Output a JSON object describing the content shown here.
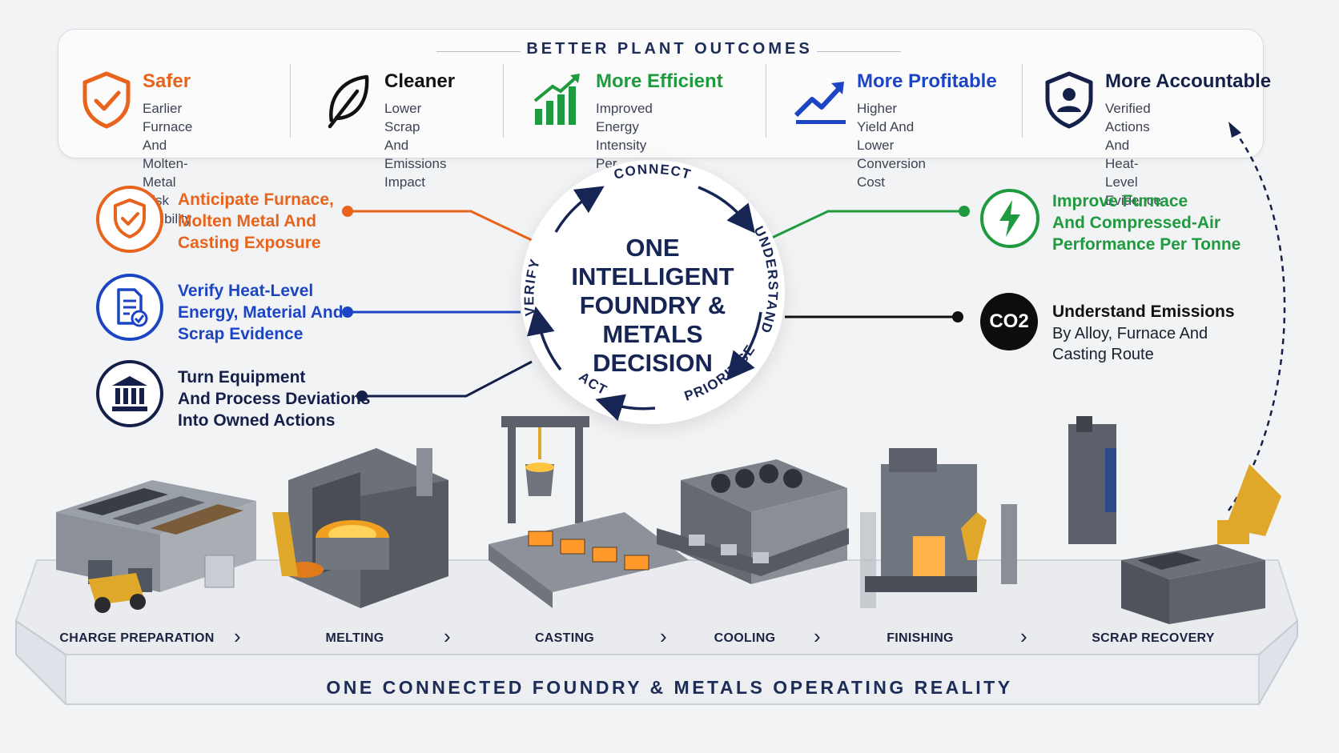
{
  "header": {
    "title": "BETTER PLANT OUTCOMES"
  },
  "outcomes": [
    {
      "title": "Safer",
      "desc": "Earlier Furnace And\nMolten-Metal Risk\nVisibility",
      "icon": "shield-check-icon",
      "color": "#e8631c"
    },
    {
      "title": "Cleaner",
      "desc": "Lower Scrap And\nEmissions Impact",
      "icon": "leaf-icon",
      "color": "#111111"
    },
    {
      "title": "More Efficient",
      "desc": "Improved Energy\nIntensity Per Tonne",
      "icon": "bar-chart-up-icon",
      "color": "#1f9a3e"
    },
    {
      "title": "More Profitable",
      "desc": "Higher Yield And\nLower Conversion Cost",
      "icon": "trend-up-icon",
      "color": "#1c45c4"
    },
    {
      "title": "More Accountable",
      "desc": "Verified Actions And\nHeat-Level Evidence",
      "icon": "shield-user-icon",
      "color": "#15204a"
    }
  ],
  "left_items": [
    {
      "text": "Anticipate Furnace,\nMolten Metal And\nCasting Exposure",
      "icon": "shield-check-icon",
      "color": "#e8631c"
    },
    {
      "text": "Verify Heat-Level\nEnergy, Material And\nScrap Evidence",
      "icon": "document-check-icon",
      "color": "#1c45c4"
    },
    {
      "text": "Turn Equipment\nAnd Process Deviations\nInto Owned Actions",
      "icon": "institution-icon",
      "color": "#15204a"
    }
  ],
  "right_items": [
    {
      "text": "Improve Furnace\nAnd Compressed-Air\nPerformance Per Tonne",
      "icon": "lightning-icon",
      "color": "#1f9a3e"
    },
    {
      "title": "Understand Emissions",
      "text": "By Alloy, Furnace And\nCasting Route",
      "icon": "co2-icon",
      "badge": "CO2",
      "color": "#111111"
    }
  ],
  "loop": {
    "center": "ONE\nINTELLIGENT\nFOUNDRY &\nMETALS\nDECISION",
    "steps": [
      "CONNECT",
      "UNDERSTAND",
      "PRIORITISE",
      "ACT",
      "VERIFY"
    ],
    "color": "#162554"
  },
  "stages": [
    "CHARGE PREPARATION",
    "MELTING",
    "CASTING",
    "COOLING",
    "FINISHING",
    "SCRAP RECOVERY"
  ],
  "footer": {
    "title": "ONE CONNECTED FOUNDRY & METALS OPERATING REALITY"
  }
}
